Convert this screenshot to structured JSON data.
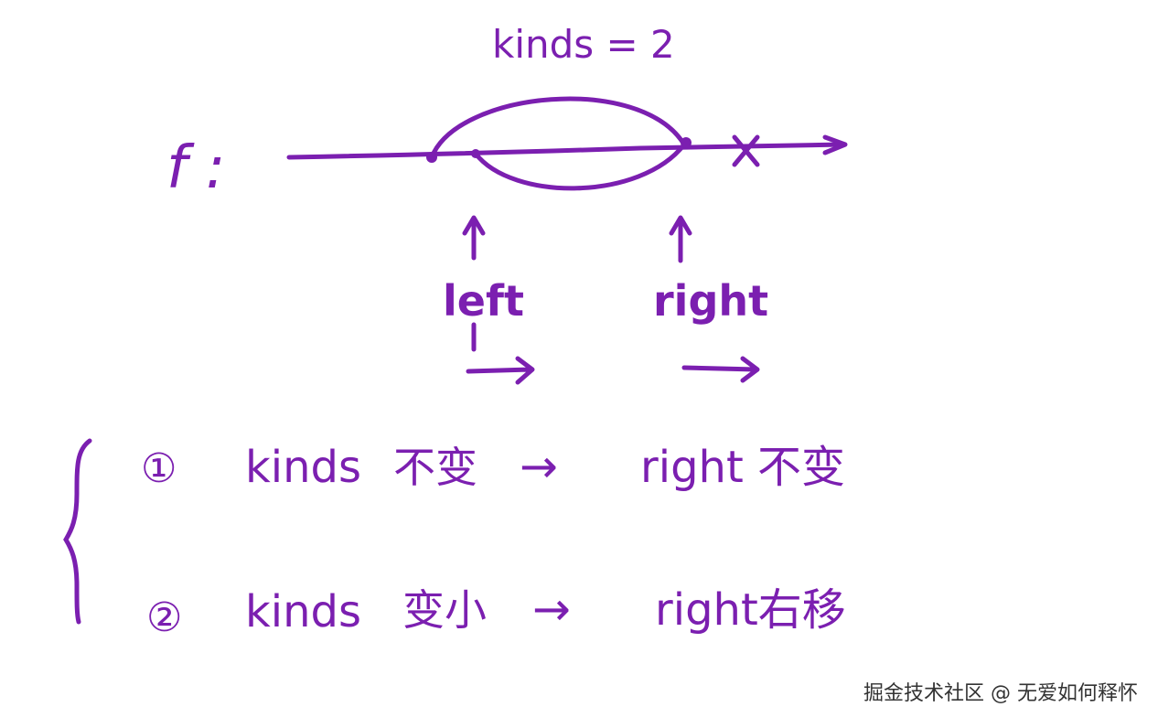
{
  "ink_color": "#7b1fb0",
  "labels": {
    "kinds_top": "kinds = 2",
    "f_label": "f :",
    "left": "left",
    "right": "right",
    "mark_x": "×"
  },
  "rules": [
    {
      "num": "①",
      "kinds": "kinds",
      "state": "不变",
      "arrow": "→",
      "result": "right 不变"
    },
    {
      "num": "②",
      "kinds": "kinds",
      "state": "变小",
      "arrow": "→",
      "result": "right右移"
    }
  ],
  "watermark": "掘金技术社区 @ 无爱如何释怀"
}
